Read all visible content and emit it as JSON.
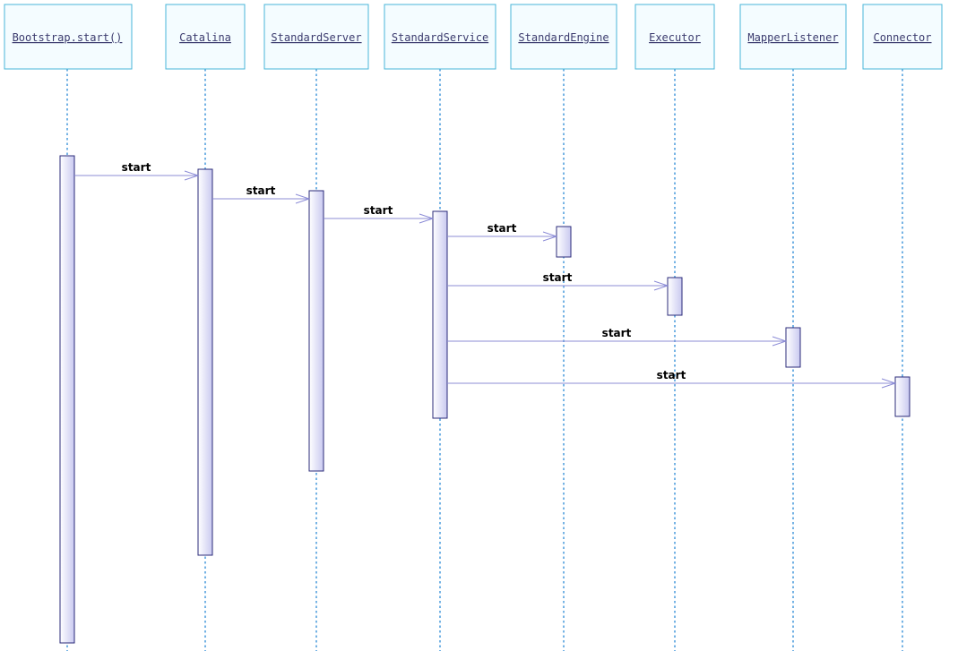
{
  "lifelines": [
    {
      "id": "bootstrap",
      "label": "Bootstrap.start()"
    },
    {
      "id": "catalina",
      "label": "Catalina"
    },
    {
      "id": "standardserver",
      "label": "StandardServer"
    },
    {
      "id": "standardservice",
      "label": "StandardService"
    },
    {
      "id": "standardengine",
      "label": "StandardEngine"
    },
    {
      "id": "executor",
      "label": "Executor"
    },
    {
      "id": "mapperlistener",
      "label": "MapperListener"
    },
    {
      "id": "connector",
      "label": "Connector"
    }
  ],
  "messages": [
    {
      "from": "bootstrap",
      "to": "catalina",
      "label": "start"
    },
    {
      "from": "catalina",
      "to": "standardserver",
      "label": "start"
    },
    {
      "from": "standardserver",
      "to": "standardservice",
      "label": "start"
    },
    {
      "from": "standardservice",
      "to": "standardengine",
      "label": "start"
    },
    {
      "from": "standardservice",
      "to": "executor",
      "label": "start"
    },
    {
      "from": "standardservice",
      "to": "mapperlistener",
      "label": "start"
    },
    {
      "from": "standardservice",
      "to": "connector",
      "label": "start"
    }
  ],
  "colors": {
    "header_border": "#48b6d8",
    "header_fill": "#f4fcff",
    "lifeline": "#2b8ad6",
    "activation_border": "#2b2b7a",
    "message_line": "#8c8cd6"
  }
}
